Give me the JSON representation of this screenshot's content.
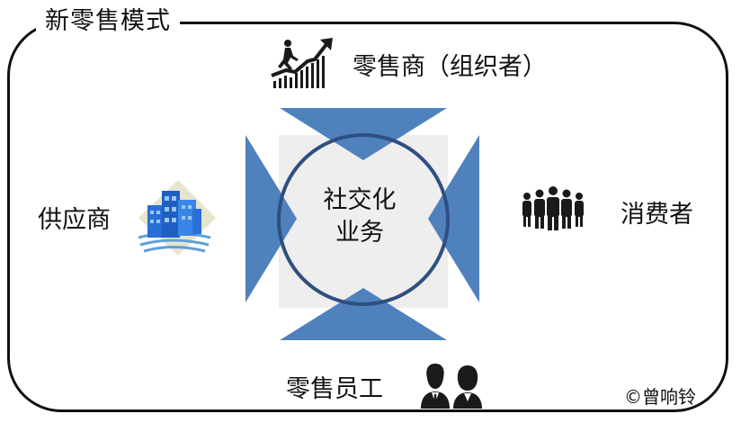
{
  "frame": {
    "title": "新零售模式"
  },
  "nodes": {
    "top": "零售商（组织者）",
    "left": "供应商",
    "right": "消费者",
    "bottom": "零售员工"
  },
  "center": {
    "line1": "社交化",
    "line2": "业务"
  },
  "copyright": "©曾响铃",
  "colors": {
    "triangle_blue": "#4f81bd",
    "circle_stroke": "#2f4f7f",
    "center_bg": "#eeeeee",
    "icon_dark": "#1a1a1a",
    "building_blue": "#2a6fd6"
  },
  "icons": {
    "top": "growth-chart-runner-icon",
    "left": "office-building-icon",
    "right": "crowd-people-icon",
    "bottom": "business-people-icon"
  }
}
